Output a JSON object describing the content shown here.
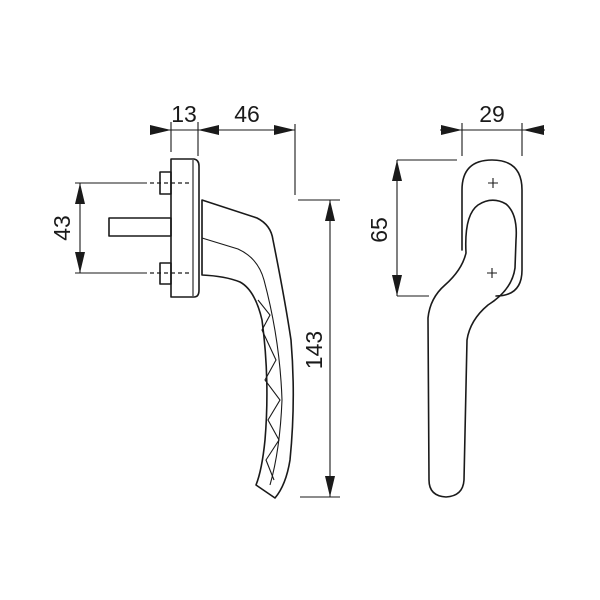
{
  "drawing": {
    "side_view": {
      "dim_rosette_depth": "13",
      "dim_handle_projection": "46",
      "dim_screw_spacing": "43",
      "dim_handle_length": "143"
    },
    "front_view": {
      "dim_rosette_width": "29",
      "dim_rosette_to_neck": "65"
    }
  }
}
